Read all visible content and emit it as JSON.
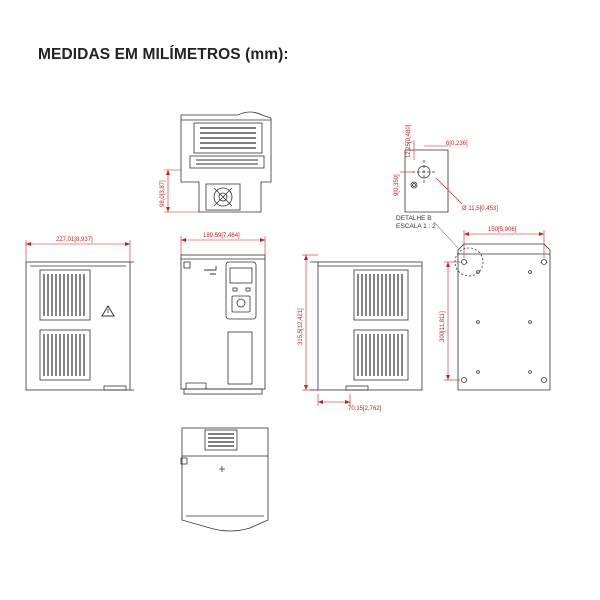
{
  "title": "MEDIDAS EM MILÍMETROS (mm):",
  "colors": {
    "line": "#333333",
    "dimension": "#d21a1a",
    "background": "#ffffff"
  },
  "dimensions": {
    "depth_side": "227,01[8,937]",
    "width_front": "189,59[7,464]",
    "top_height": "98,0[3,87]",
    "height_side": "315,5[12,421]",
    "hole_spacing": "150[5,906]",
    "hole_height": "300[11,811]",
    "flange_depth": "70,15[2,762]",
    "detail_a": "6[0,236]",
    "detail_b": "12,25[0,480]",
    "detail_c": "9[0,350]",
    "detail_hole": "Ø 11,5[0,453]"
  },
  "detail_label": "DETALHE B",
  "detail_scale": "ESCALA 1 : 2"
}
